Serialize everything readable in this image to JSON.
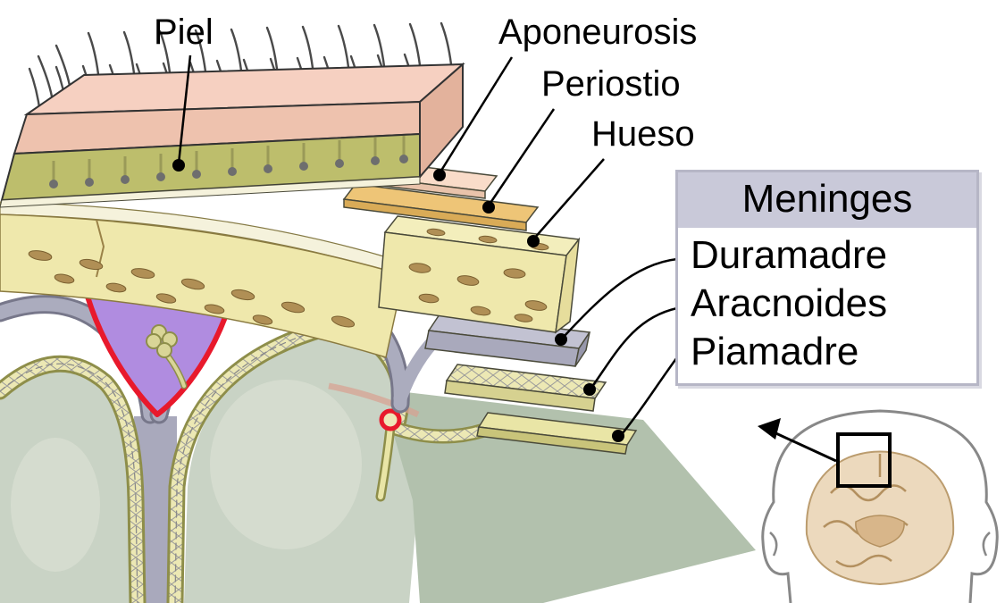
{
  "labels": {
    "piel": "Piel",
    "aponeurosis": "Aponeurosis",
    "periostio": "Periostio",
    "hueso": "Hueso"
  },
  "meninges_box": {
    "title": "Meninges",
    "items": [
      "Duramadre",
      "Aracnoides",
      "Piamadre"
    ]
  },
  "colors": {
    "skin": "#eec2ae",
    "skin_top": "#f6d0c1",
    "subcutaneous": "#bdbe6c",
    "aponeurosis": "#f9dcc9",
    "periosteum": "#eec577",
    "bone": "#efe8ac",
    "marrow": "#b08f55",
    "dura": "#a9a9bc",
    "arachnoid": "#ece8b4",
    "pia": "#e9e5a6",
    "brain": "#c9d3c5",
    "brain_shadow": "#b2c1ad",
    "sinus_fill": "#b08ce0",
    "sinus_border": "#e8192c",
    "box_header": "#c9c9d9"
  }
}
